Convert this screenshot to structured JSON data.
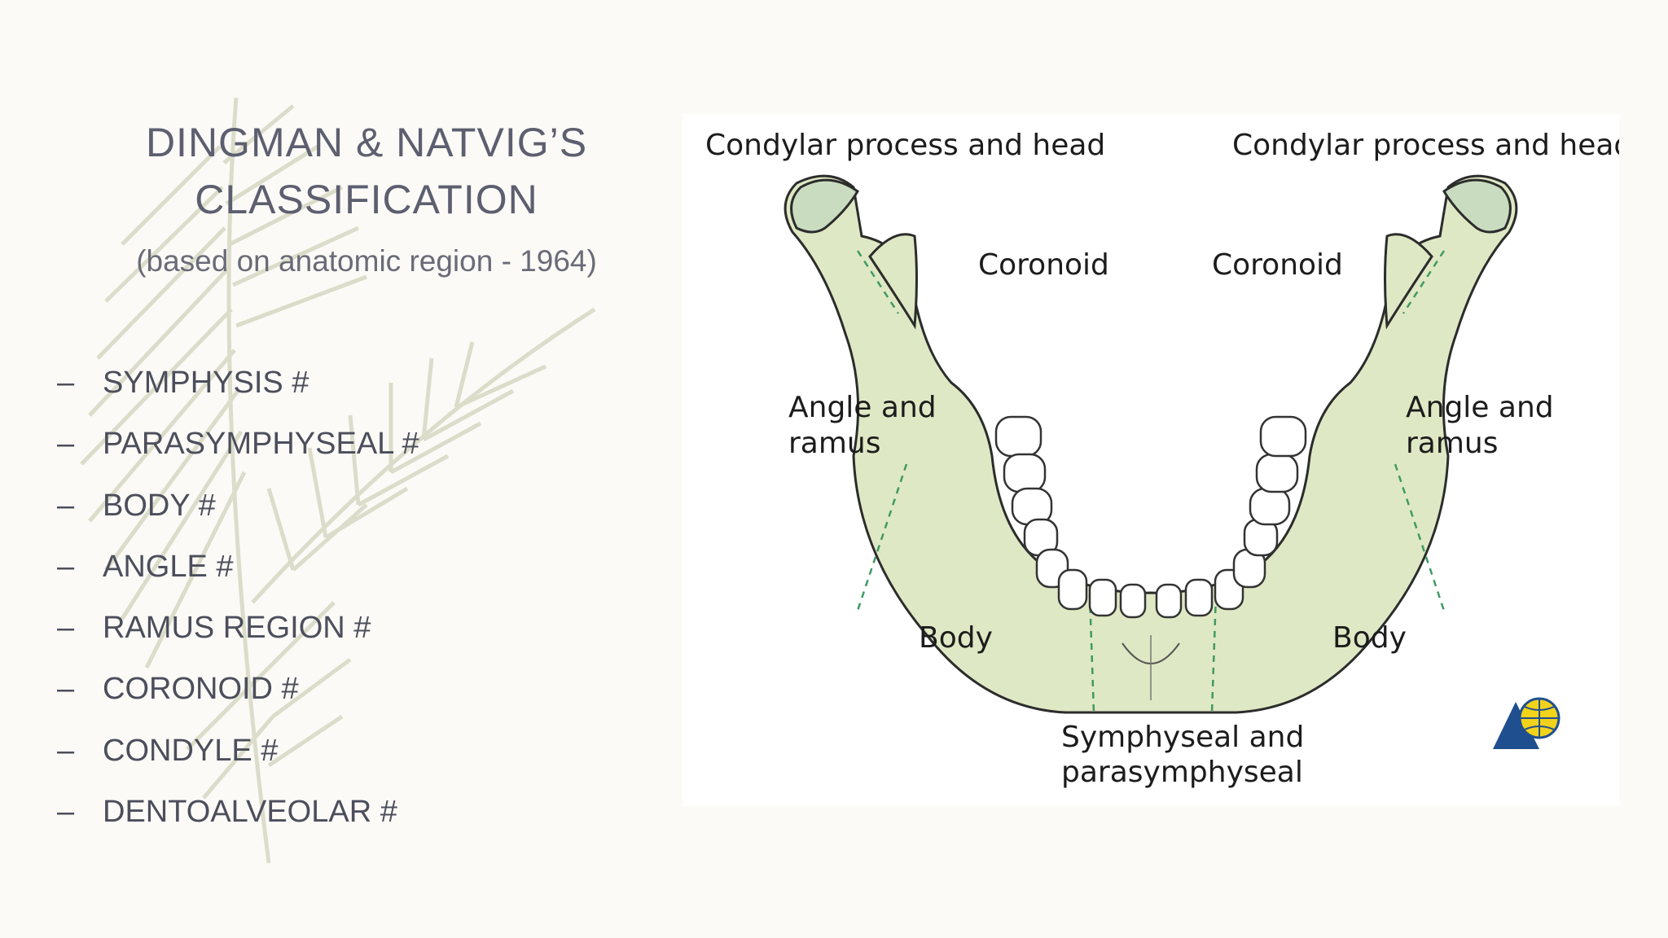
{
  "title_line1": "DINGMAN & NATVIG’S",
  "title_line2": "CLASSIFICATION",
  "subtitle": "(based on anatomic region - 1964)",
  "list_items": [
    {
      "dash": "–",
      "label": "SYMPHYSIS #"
    },
    {
      "dash": "–",
      "label": "PARASYMPHYSEAL #"
    },
    {
      "dash": "–",
      "label": "BODY #"
    },
    {
      "dash": "–",
      "label": "ANGLE #"
    },
    {
      "dash": "–",
      "label": "RAMUS REGION #"
    },
    {
      "dash": "–",
      "label": "CORONOID #"
    },
    {
      "dash": "–",
      "label": "CONDYLE #"
    },
    {
      "dash": "–",
      "label": "DENTOALVEOLAR #"
    }
  ],
  "diagram": {
    "condylar_left": "Condylar process and head",
    "condylar_right": "Condylar process and head",
    "coronoid_left": "Coronoid",
    "coronoid_right": "Coronoid",
    "angle_left_1": "Angle and",
    "angle_left_2": "ramus",
    "angle_right_1": "Angle and",
    "angle_right_2": "ramus",
    "body_left": "Body",
    "body_right": "Body",
    "symph_1": "Symphyseal and",
    "symph_2": "parasymphyseal",
    "bone_color": "#dfe8c4",
    "bone_stroke": "#2c2c2c",
    "dashed_color": "#3f9a64"
  }
}
